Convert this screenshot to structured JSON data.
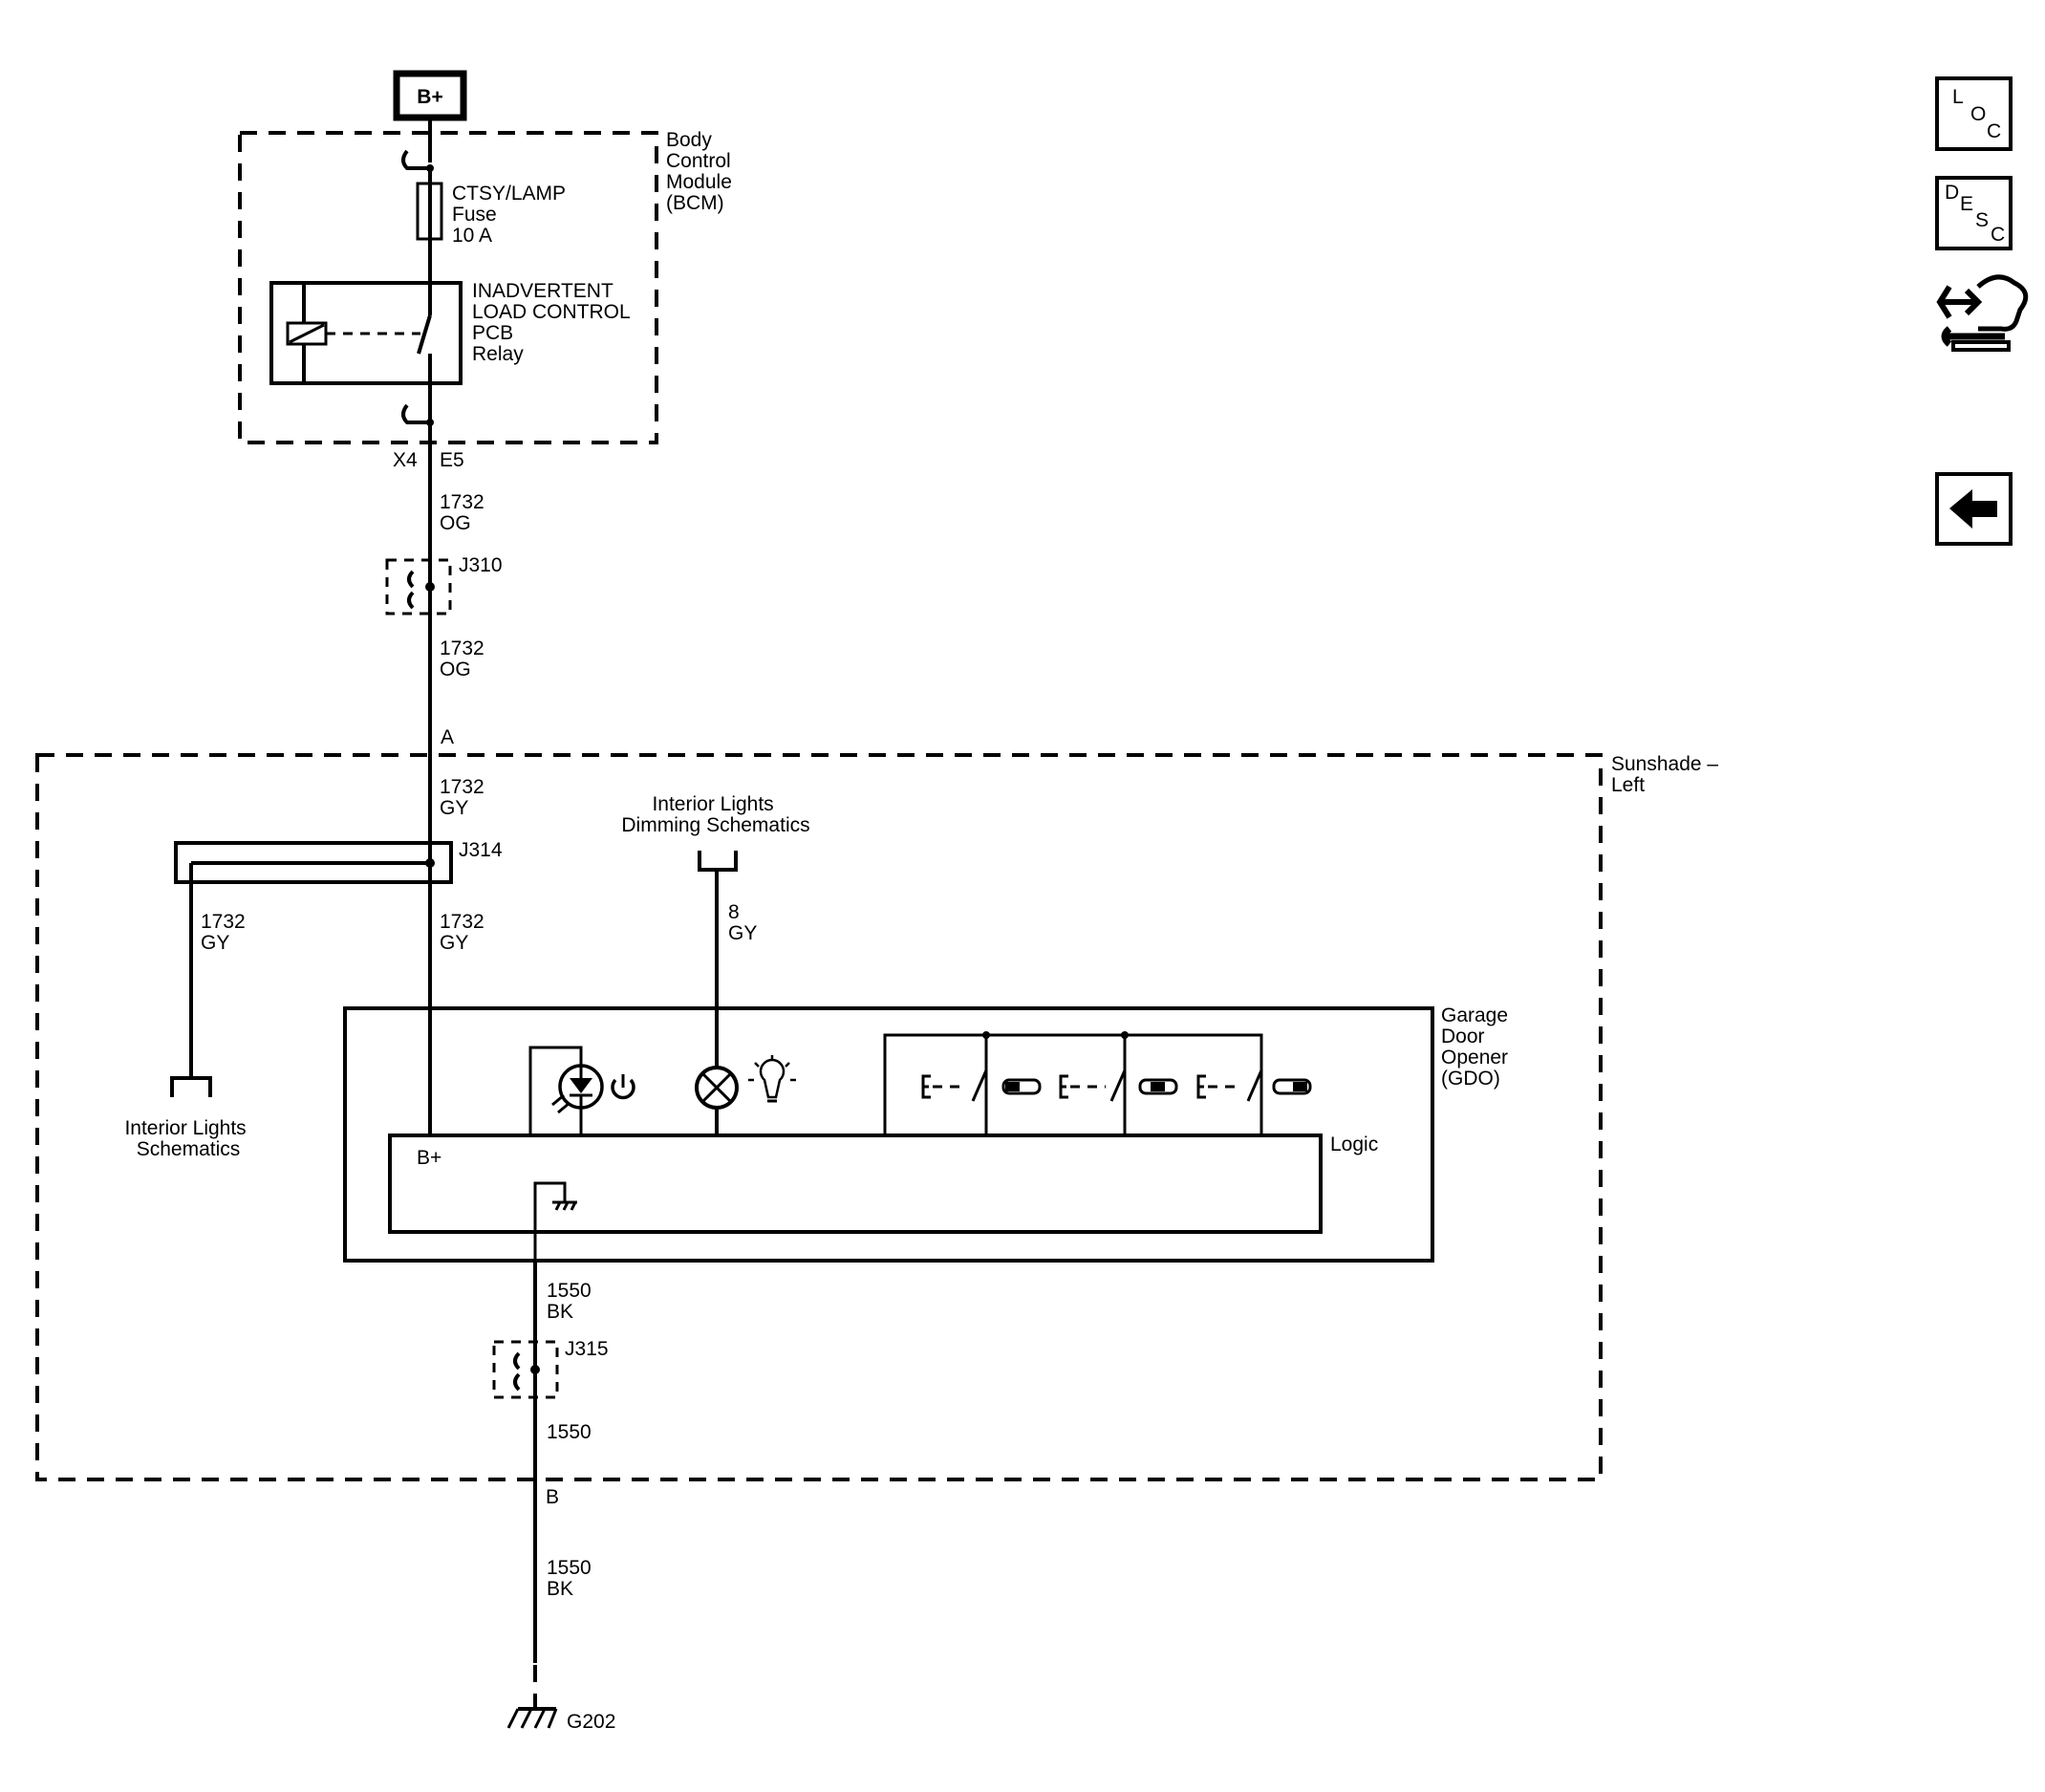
{
  "supply": {
    "label": "B+"
  },
  "bcm": {
    "name": [
      "Body",
      "Control",
      "Module",
      "(BCM)"
    ],
    "fuse": [
      "CTSY/LAMP",
      "Fuse",
      "10 A"
    ],
    "relay": [
      "INADVERTENT",
      "LOAD CONTROL",
      "PCB",
      "Relay"
    ],
    "connector": "X4",
    "pin": "E5"
  },
  "wires": {
    "w1732_og": [
      "1732",
      "OG"
    ],
    "w1732_gy": [
      "1732",
      "GY"
    ],
    "w8_gy": [
      "8",
      "GY"
    ],
    "w1550_bk": [
      "1550",
      "BK"
    ],
    "w1550": "1550"
  },
  "splices": {
    "j310": "J310",
    "j314": "J314",
    "j315": "J315"
  },
  "sunshade": {
    "name": [
      "Sunshade –",
      "Left"
    ],
    "pin_a": "A",
    "pin_b": "B"
  },
  "refs": {
    "dimming": [
      "Interior Lights",
      "Dimming Schematics"
    ],
    "interior": [
      "Interior Lights",
      "Schematics"
    ]
  },
  "gdo": {
    "name": [
      "Garage",
      "Door",
      "Opener",
      "(GDO)"
    ],
    "logic": "Logic",
    "bplus": "B+"
  },
  "ground": {
    "label": "G202"
  },
  "nav": {
    "loc": {
      "letters": [
        "L",
        "O",
        "C"
      ],
      "icon": "loc-icon"
    },
    "desc": {
      "letters": [
        "D",
        "E",
        "S",
        "C"
      ],
      "icon": "desc-icon"
    },
    "connector_icon": "connector-hand-icon",
    "back_icon": "back-arrow-icon"
  }
}
